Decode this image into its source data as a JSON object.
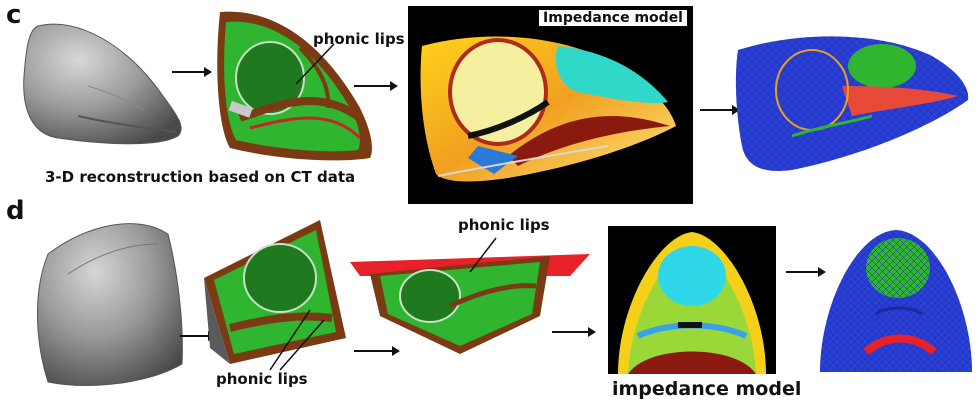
{
  "panel_c": {
    "letter": "c",
    "phonic_lips_label": "phonic lips",
    "impedance_title": "Impedance model",
    "caption": "3-D reconstruction based on CT data"
  },
  "panel_d": {
    "letter": "d",
    "phonic_lips_top": "phonic lips",
    "phonic_lips_bottom": "phonic lips",
    "impedance_caption": "impedance model"
  },
  "colors": {
    "gray_head": "#9a9a9a",
    "tissue_green": "#2fb52f",
    "brown_band": "#7a3a14",
    "mesh_blue": "#2a3fd6",
    "red_plane": "#e8202a"
  }
}
